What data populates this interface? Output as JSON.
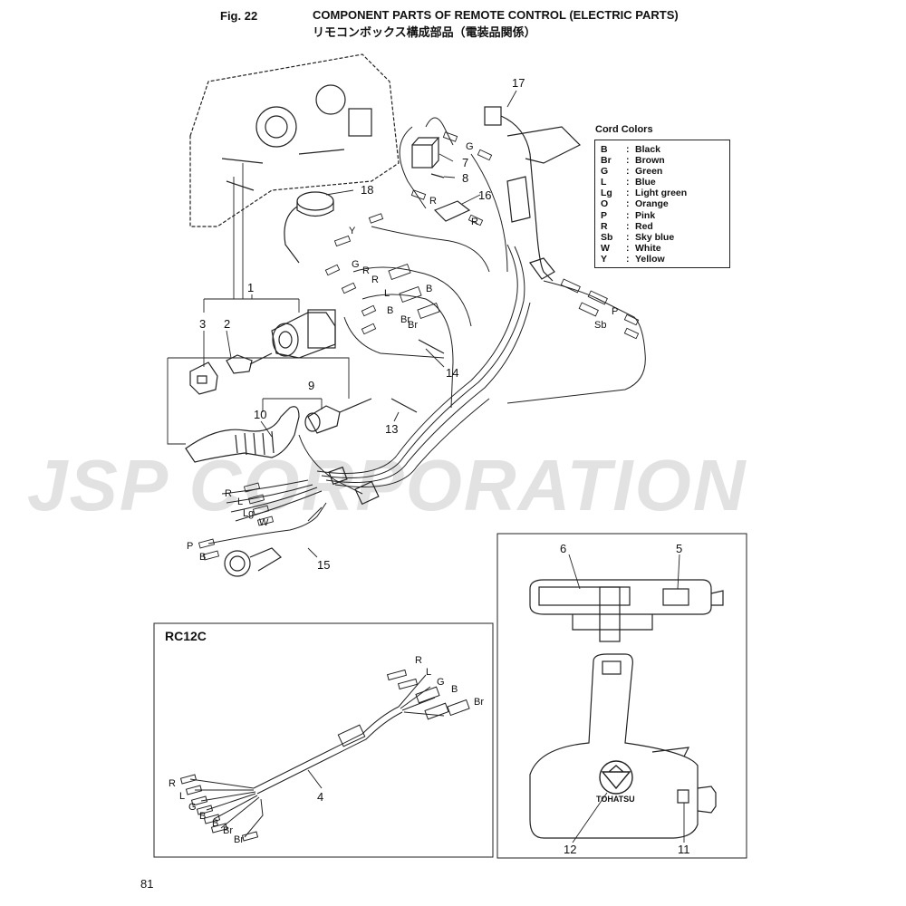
{
  "header": {
    "fig_label": "Fig. 22",
    "title_en": "COMPONENT PARTS OF REMOTE CONTROL (ELECTRIC PARTS)",
    "title_jp": "リモコンボックス構成部品（電装品関係）"
  },
  "cord_colors": {
    "title": "Cord Colors",
    "items": [
      {
        "code": "B",
        "color": "Black"
      },
      {
        "code": "Br",
        "color": "Brown"
      },
      {
        "code": "G",
        "color": "Green"
      },
      {
        "code": "L",
        "color": "Blue"
      },
      {
        "code": "Lg",
        "color": "Light green"
      },
      {
        "code": "O",
        "color": "Orange"
      },
      {
        "code": "P",
        "color": "Pink"
      },
      {
        "code": "R",
        "color": "Red"
      },
      {
        "code": "Sb",
        "color": "Sky blue"
      },
      {
        "code": "W",
        "color": "White"
      },
      {
        "code": "Y",
        "color": "Yellow"
      }
    ]
  },
  "callouts": [
    "1",
    "2",
    "3",
    "4",
    "5",
    "6",
    "7",
    "8",
    "9",
    "10",
    "11",
    "12",
    "13",
    "14",
    "15",
    "16",
    "17",
    "18"
  ],
  "wire_labels": {
    "g_top": "G",
    "r_16a": "R",
    "r_16b": "R",
    "y": "Y",
    "g_mid": "G",
    "r_mid1": "R",
    "r_mid2": "R",
    "l_mid": "L",
    "b_mid1": "B",
    "b_mid2": "B",
    "br_mid1": "Br",
    "br_mid2": "Br",
    "p_right": "P",
    "sb_right": "Sb",
    "r_low": "R",
    "l_low": "L",
    "lg_low": "Lg",
    "w_low": "W",
    "p_low": "P",
    "b_low": "B",
    "rc_r": "R",
    "rc_l": "L",
    "rc_g": "G",
    "rc_b": "B",
    "rc_br": "Br",
    "rc_r2": "R",
    "rc_l2": "L",
    "rc_g2": "G",
    "rc_b2": "B",
    "rc_b3": "B",
    "rc_br2": "Br",
    "rc_br3": "Br"
  },
  "inset": {
    "title": "RC12C"
  },
  "brand": "TOHATSU",
  "watermark": "JSP CORPORATION",
  "page_number": "81"
}
